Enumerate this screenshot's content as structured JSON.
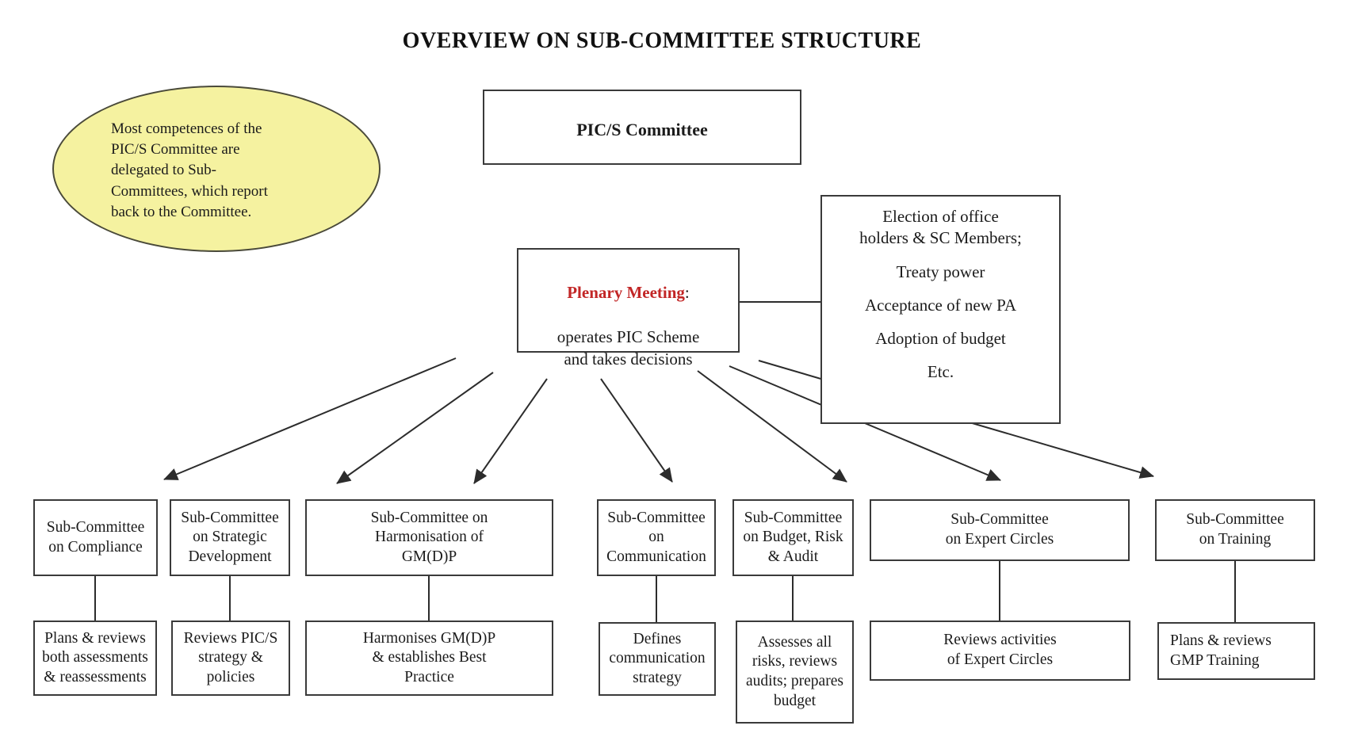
{
  "title": "OVERVIEW ON SUB-COMMITTEE STRUCTURE",
  "note_bubble": "Most competences of the\nPIC/S Committee are\ndelegated to Sub-\nCommittees, which report\nback to the Committee.",
  "pics_committee_label": "PIC/S Committee",
  "plenary": {
    "heading": "Plenary Meeting",
    "colon": ":",
    "body": "operates PIC Scheme\nand takes decisions"
  },
  "election": {
    "lines": [
      "Election of office\nholders & SC Members;",
      "Treaty power",
      "Acceptance of new PA",
      "Adoption of budget",
      "Etc."
    ]
  },
  "subcommittees": [
    {
      "name": "Sub-Committee\non Compliance",
      "role": "Plans & reviews\nboth assessments\n& reassessments"
    },
    {
      "name": "Sub-Committee\non Strategic\nDevelopment",
      "role": "Reviews PIC/S\nstrategy &\npolicies"
    },
    {
      "name": "Sub-Committee on\nHarmonisation of\nGM(D)P",
      "role": "Harmonises GM(D)P\n& establishes Best\nPractice"
    },
    {
      "name": "Sub-Committee\non\nCommunication",
      "role": "Defines\ncommunication\nstrategy"
    },
    {
      "name": "Sub-Committee\non Budget, Risk\n& Audit",
      "role": "Assesses all\nrisks, reviews\naudits; prepares\nbudget"
    },
    {
      "name": "Sub-Committee\non Expert Circles",
      "role": "Reviews activities\nof Expert Circles"
    },
    {
      "name": "Sub-Committee\non Training",
      "role": "Plans & reviews\nGMP Training"
    }
  ],
  "colors": {
    "accent_red": "#c22626",
    "bubble_fill": "#f5f2a0",
    "line_color": "#2c2c2c"
  }
}
